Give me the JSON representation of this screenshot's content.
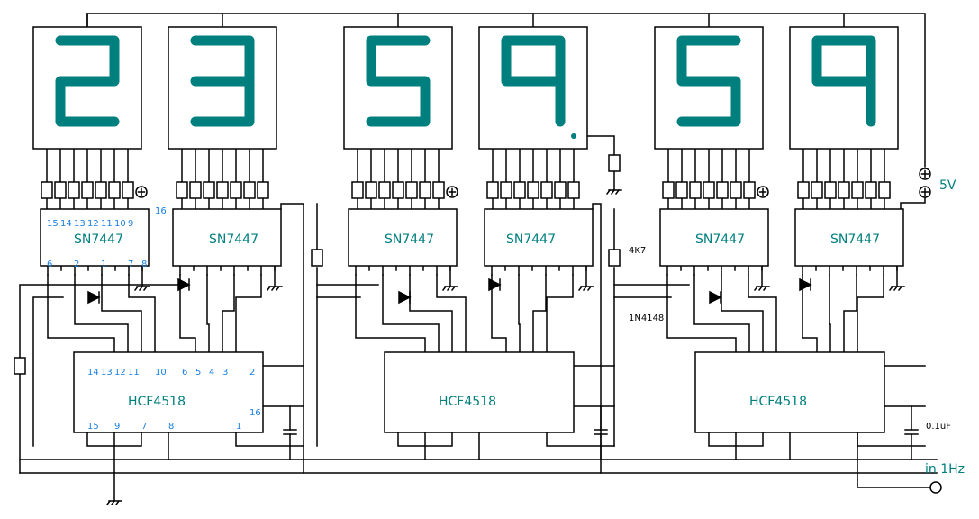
{
  "title": "6-digit clock counter schematic",
  "colors": {
    "accent": "#007f7f",
    "pin_label": "#1a7fe0",
    "wire": "#000000"
  },
  "displays": [
    {
      "digit": "2"
    },
    {
      "digit": "3"
    },
    {
      "digit": "5"
    },
    {
      "digit": "9"
    },
    {
      "digit": "5"
    },
    {
      "digit": "9"
    }
  ],
  "decoders": [
    {
      "label": "SN7447"
    },
    {
      "label": "SN7447"
    },
    {
      "label": "SN7447"
    },
    {
      "label": "SN7447"
    },
    {
      "label": "SN7447"
    },
    {
      "label": "SN7447"
    }
  ],
  "decoder_pins": {
    "top": [
      "15",
      "14",
      "13",
      "12",
      "11",
      "10",
      "9"
    ],
    "vcc": "16",
    "bottom": [
      "6",
      "2",
      "1",
      "7",
      "8"
    ]
  },
  "counters": [
    {
      "label": "HCF4518"
    },
    {
      "label": "HCF4518"
    },
    {
      "label": "HCF4518"
    }
  ],
  "counter_pins": {
    "top": [
      "14",
      "13",
      "12",
      "11",
      "10",
      "6",
      "5",
      "4",
      "3",
      "2"
    ],
    "vcc": "16",
    "bottom": [
      "15",
      "9",
      "7",
      "8",
      "1"
    ]
  },
  "components": {
    "pullup_resistor": "4K7",
    "diode": "1N4148",
    "capacitor": "0.1uF"
  },
  "power": {
    "supply_label": "5V",
    "input_label": "in 1Hz"
  },
  "icons": {
    "power_terminal": "plus-circle-icon",
    "ground": "ground-icon",
    "input_terminal": "open-circle-icon"
  }
}
